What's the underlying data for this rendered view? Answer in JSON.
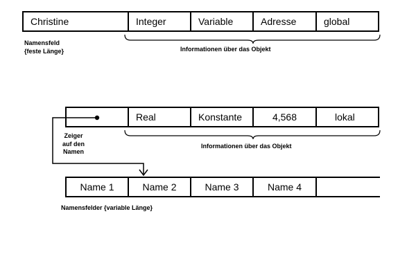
{
  "row1": {
    "cells": [
      "Christine",
      "Integer",
      "Variable",
      "Adresse",
      "global"
    ],
    "label_name": [
      "Namensfeld",
      "{feste Länge}"
    ],
    "brace_label": "Informationen über das Objekt"
  },
  "row2": {
    "cells": [
      "Real",
      "Konstante",
      "4,568",
      "lokal"
    ],
    "pointer_label": [
      "Zeiger",
      "auf den",
      "Namen"
    ],
    "brace_label": "Informationen über das Objekt"
  },
  "row3": {
    "cells": [
      "Name 1",
      "Name 2",
      "Name 3",
      "Name 4"
    ],
    "label": "Namensfelder {variable Länge}"
  }
}
